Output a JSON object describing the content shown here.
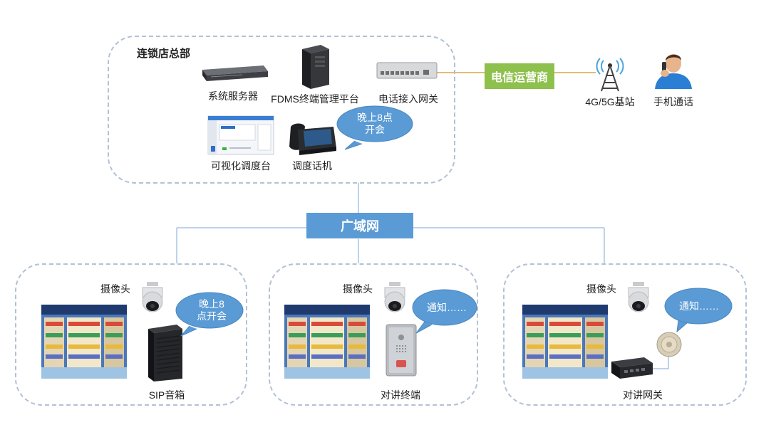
{
  "hq": {
    "title": "连锁店总部",
    "server": "系统服务器",
    "fdms": "FDMS终端管理平台",
    "gateway": "电话接入网关",
    "console": "可视化调度台",
    "phone": "调度话机",
    "bubble": "晚上8点\n开会"
  },
  "carrier": {
    "label": "电信运营商",
    "base_station": "4G/5G基站",
    "mobile": "手机通话"
  },
  "wan": {
    "label": "广域网"
  },
  "stores": [
    {
      "camera": "摄像头",
      "device": "SIP音箱",
      "bubble": "晚上8\n点开会"
    },
    {
      "camera": "摄像头",
      "device": "对讲终端",
      "bubble": "通知……"
    },
    {
      "camera": "摄像头",
      "device": "对讲网关",
      "bubble": "通知……"
    }
  ],
  "colors": {
    "wan_blue": "#5b9bd5",
    "carrier_green": "#8dc04c",
    "bubble_blue": "#5b9bd5",
    "dash": "#b3c1d6"
  }
}
